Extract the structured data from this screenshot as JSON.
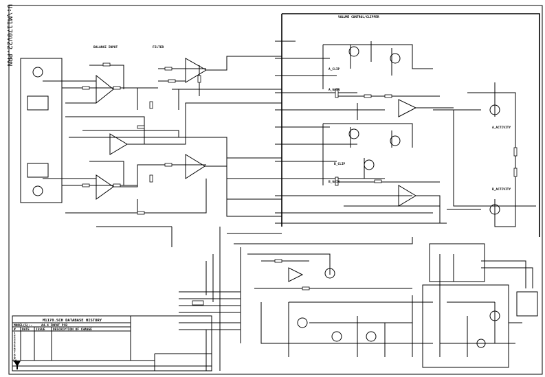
{
  "file_label": "U:\\M1170V22.PRN",
  "sections": {
    "balance_input": "BALANCE INPUT",
    "filter": "FILTER",
    "volume_control": "VOLUME CONTROL/CLIPPER",
    "a_gain": "A_GAIN",
    "a_clip": "A_CLIP",
    "b_gain": "B_GAIN",
    "b_clip": "B_CLIP",
    "a_activity": "A_ACTIVITY",
    "b_activity": "B_ACTIVITY"
  },
  "title_block": {
    "heading": "M1170.SCH DATABASE HISTORY",
    "models_label": "MODEL(S):-",
    "models_value": "A4.4 INPUT PCB",
    "columns": [
      "#",
      "DATE",
      "ISSUE",
      "DESCRIPTION OF CHANGE"
    ],
    "row_numbers": [
      "1",
      "2",
      "3",
      "4",
      "5",
      "6",
      "7",
      "8",
      "9",
      "10"
    ]
  }
}
